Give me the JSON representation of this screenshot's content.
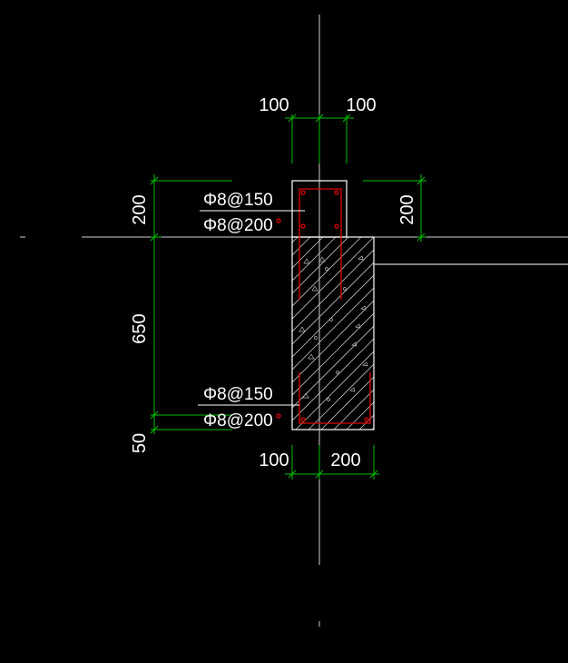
{
  "colors": {
    "background": "#000000",
    "dimension": "#00c000",
    "outline": "#ffffff",
    "rebar": "#e00000",
    "axis": "#cfcfcf"
  },
  "dimensions": {
    "top_left": "100",
    "top_right": "100",
    "left_upper": "200",
    "right_upper": "200",
    "left_middle": "650",
    "left_lower": "50",
    "bottom_left": "100",
    "bottom_right": "200"
  },
  "labels": {
    "upper_stirrup": "Φ8@150",
    "upper_bar": "Φ8@200",
    "lower_stirrup": "Φ8@150",
    "lower_bar": "Φ8@200"
  }
}
